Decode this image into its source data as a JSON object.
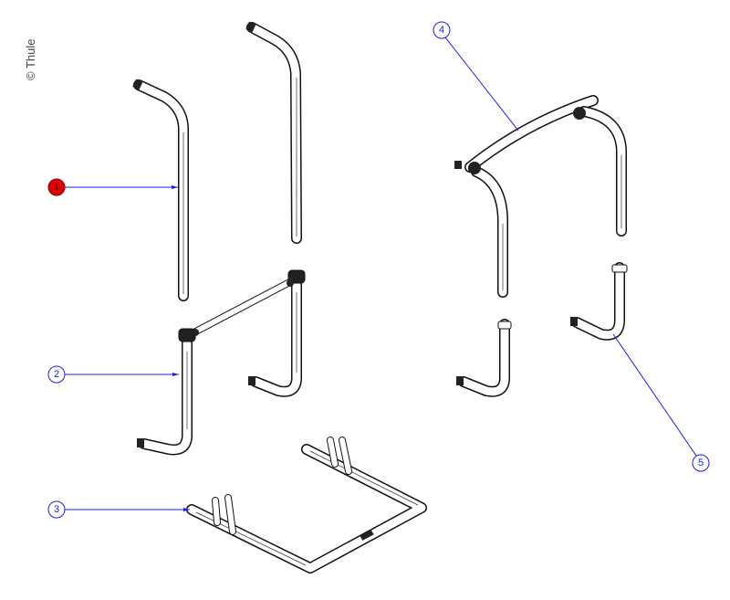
{
  "copyright": "© Thule",
  "callouts": [
    {
      "number": "1",
      "active": true
    },
    {
      "number": "2",
      "active": false
    },
    {
      "number": "3",
      "active": false
    },
    {
      "number": "4",
      "active": false
    },
    {
      "number": "5",
      "active": false
    }
  ],
  "colors": {
    "leader": "#1a1aff",
    "active_callout": "#e00000"
  }
}
